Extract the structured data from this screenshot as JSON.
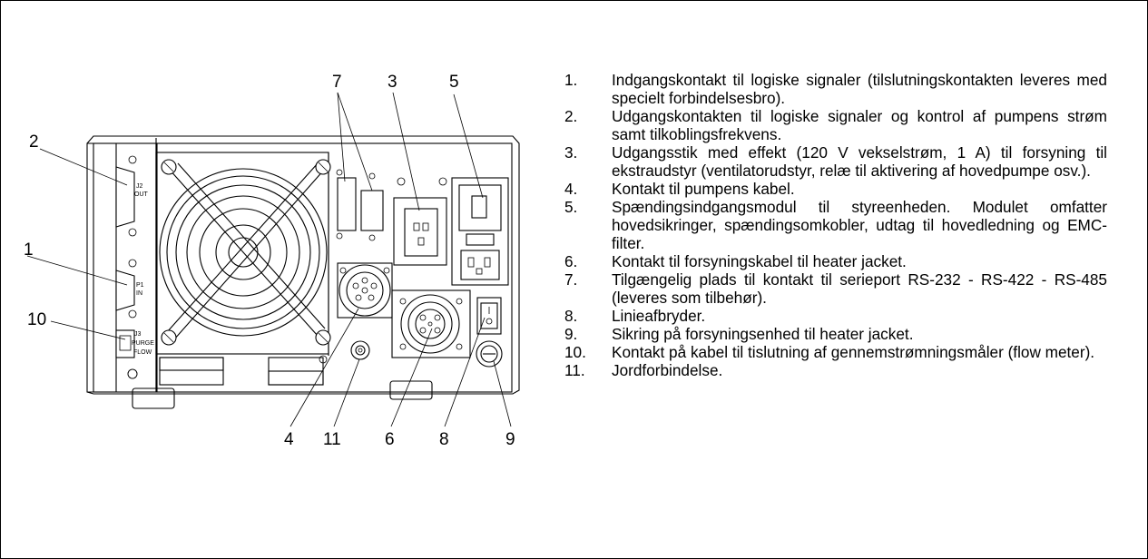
{
  "callouts": {
    "c1": "1",
    "c2": "2",
    "c3": "3",
    "c4": "4",
    "c5": "5",
    "c6": "6",
    "c7": "7",
    "c8": "8",
    "c9": "9",
    "c10": "10",
    "c11": "11"
  },
  "panel_labels": {
    "j2": "J2",
    "out": "OUT",
    "p1": "P1",
    "in": "IN",
    "j3": "J3",
    "purge": "PURGE",
    "flow": "FLOW"
  },
  "legend": [
    {
      "num": "1.",
      "text": "Indgangskontakt til logiske signaler (tilslutningskontakten leveres med specielt forbindelsesbro)."
    },
    {
      "num": "2.",
      "text": "Udgangskontakten til logiske signaler og kontrol af pumpens strøm samt tilkoblingsfrekvens."
    },
    {
      "num": "3.",
      "text": "Udgangsstik med effekt (120 V vekselstrøm, 1 A) til forsyning til ekstraudstyr (ventilatorudstyr, relæ til aktivering af hovedpumpe osv.)."
    },
    {
      "num": "4.",
      "text": "Kontakt til pumpens kabel."
    },
    {
      "num": "5.",
      "text": "Spændingsindgangsmodul til styreenheden. Modulet omfatter hovedsikringer, spændingsomkobler, udtag til hovedledning og EMC-filter."
    },
    {
      "num": "6.",
      "text": "Kontakt til forsyningskabel til heater jacket."
    },
    {
      "num": "7.",
      "text": "Tilgængelig plads til kontakt til serieport RS-232 - RS-422 - RS-485 (leveres som tilbehør)."
    },
    {
      "num": "8.",
      "text": "Linieafbryder."
    },
    {
      "num": "9.",
      "text": "Sikring på forsyningsenhed til heater jacket."
    },
    {
      "num": "10.",
      "text": "Kontakt på kabel til tislutning af gennemstrømningsmåler (flow meter)."
    },
    {
      "num": "11.",
      "text": "Jordforbindelse."
    }
  ]
}
